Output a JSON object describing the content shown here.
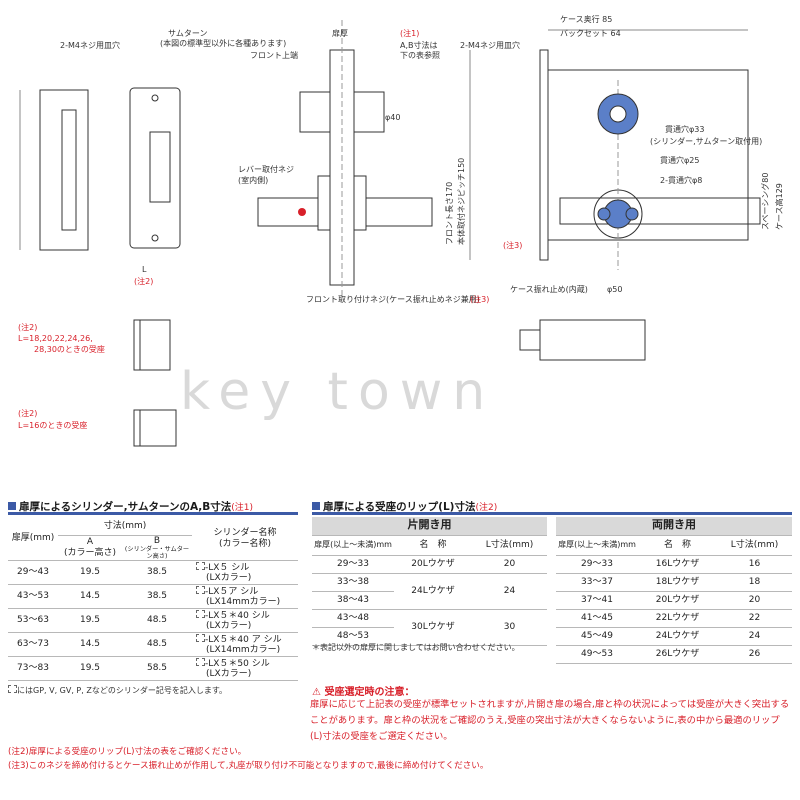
{
  "watermark": "key town",
  "drawings": {
    "label_thumbturn": "サムターン",
    "label_thumbturn_note": "(本図の標準型以外に各種あります)",
    "label_screw_hole_left": "2-M4ネジ用皿穴",
    "label_screw_hole_right": "2-M4ネジ用皿穴",
    "label_front_top": "フロント上端",
    "label_door_thickness": "扉厚",
    "label_note1": "(注1)",
    "label_ab_note": "A,B寸法は",
    "label_ab_note2": "下の表参照",
    "label_lever_screw": "レバー取付ネジ",
    "label_lever_screw_note": "(室内側)",
    "label_front_screw": "フロント取り付けネジ(ケース振れ止めネジ兼用)",
    "label_note3": "(注3)",
    "label_note2": "(注2)",
    "label_case_depth": "ケース奥行 85",
    "label_backset": "バックセット 64",
    "label_hole33": "貫通穴φ33",
    "label_hole33_note": "(シリンダー,サムターン取付用)",
    "label_hole25": "貫通穴φ25",
    "label_hole8": "2-貫通穴φ8",
    "label_spacing": "スペーシング80",
    "label_case_height": "ケース高129",
    "label_front_length": "フロント長さ170",
    "label_body_pitch": "本体取付ネジピッチ150",
    "label_case_anti_shake": "ケース振れ止め(内蔵)",
    "label_phi50": "φ50",
    "label_phi40": "φ40",
    "label_L": "L",
    "strike_note_a1": "(注2)",
    "strike_note_a2": "L=18,20,22,24,26,",
    "strike_note_a3": "28,30のときの受座",
    "strike_note_b1": "(注2)",
    "strike_note_b2": "L=16のときの受座"
  },
  "table_cylinder": {
    "title": "扉厚によるシリンダー,サムターンのA,B寸法",
    "title_note": "(注1)",
    "col_door": "扉厚(mm)",
    "col_dim": "寸法(mm)",
    "col_a": "A",
    "col_a_sub": "(カラー高さ)",
    "col_b": "B",
    "col_b_sub": "(シリンダー・サムターン高さ)",
    "col_name": "シリンダー名称",
    "col_name_sub": "(カラー名称)",
    "rows": [
      {
        "door": "29～43",
        "a": "19.5",
        "b": "38.5",
        "name1": "-LX５ シル",
        "name2": "(LXカラー)"
      },
      {
        "door": "43～53",
        "a": "14.5",
        "b": "38.5",
        "name1": "-LX５ア シル",
        "name2": "(LX14mmカラー)"
      },
      {
        "door": "53～63",
        "a": "19.5",
        "b": "48.5",
        "name1": "-LX５＊40 シル",
        "name2": "(LXカラー)"
      },
      {
        "door": "63～73",
        "a": "14.5",
        "b": "48.5",
        "name1": "-LX５＊40 ア シル",
        "name2": "(LX14mmカラー)"
      },
      {
        "door": "73～83",
        "a": "19.5",
        "b": "58.5",
        "name1": "-LX５＊50 シル",
        "name2": "(LXカラー)"
      }
    ],
    "footnote": "にはGP, V, GV, P, Zなどのシリンダー記号を記入します。"
  },
  "table_strike": {
    "title": "扉厚による受座のリップ(L)寸法",
    "title_note": "(注2)",
    "single": {
      "band": "片開き用",
      "col_door": "扉厚(以上～未満)mm",
      "col_name": "名　称",
      "col_l": "L寸法(mm)",
      "rows": [
        {
          "door": "29～33",
          "name": "20Lウケザ",
          "l": "20"
        },
        {
          "door": "33～38",
          "name": "24Lウケザ",
          "l": "24"
        },
        {
          "door": "38～43",
          "name": "",
          "l": ""
        },
        {
          "door": "43～48",
          "name": "30Lウケザ",
          "l": "30"
        },
        {
          "door": "48～53",
          "name": "",
          "l": ""
        }
      ],
      "footnote": "＊表記以外の扉厚に関しましてはお問い合わせください。"
    },
    "double": {
      "band": "両開き用",
      "col_door": "扉厚(以上～未満)mm",
      "col_name": "名　称",
      "col_l": "L寸法(mm)",
      "rows": [
        {
          "door": "29～33",
          "name": "16Lウケザ",
          "l": "16"
        },
        {
          "door": "33～37",
          "name": "18Lウケザ",
          "l": "18"
        },
        {
          "door": "37～41",
          "name": "20Lウケザ",
          "l": "20"
        },
        {
          "door": "41～45",
          "name": "22Lウケザ",
          "l": "22"
        },
        {
          "door": "45～49",
          "name": "24Lウケザ",
          "l": "24"
        },
        {
          "door": "49～53",
          "name": "26Lウケザ",
          "l": "26"
        }
      ]
    }
  },
  "caution": {
    "title": "受座選定時の注意：",
    "body": "扉厚に応じて上記表の受座が標準セットされますが,片開き扉の場合,扉と枠の状況によっては受座が大きく突出することがあります。扉と枠の状況をご確認のうえ,受座の突出寸法が大きくならないように,表の中から最適のリップ(L)寸法の受座をご選定ください。"
  },
  "footnotes": [
    "(注2)扉厚による受座のリップ(L)寸法の表をご確認ください。",
    "(注3)このネジを締め付けるとケース振れ止めが作用して,丸座が取り付け不可能となりますので,最後に締め付けてください。"
  ],
  "colors": {
    "accent": "#3c5aa6",
    "note": "#d8202a",
    "band": "#d9d9d9",
    "hole": "#5b7fc8"
  }
}
